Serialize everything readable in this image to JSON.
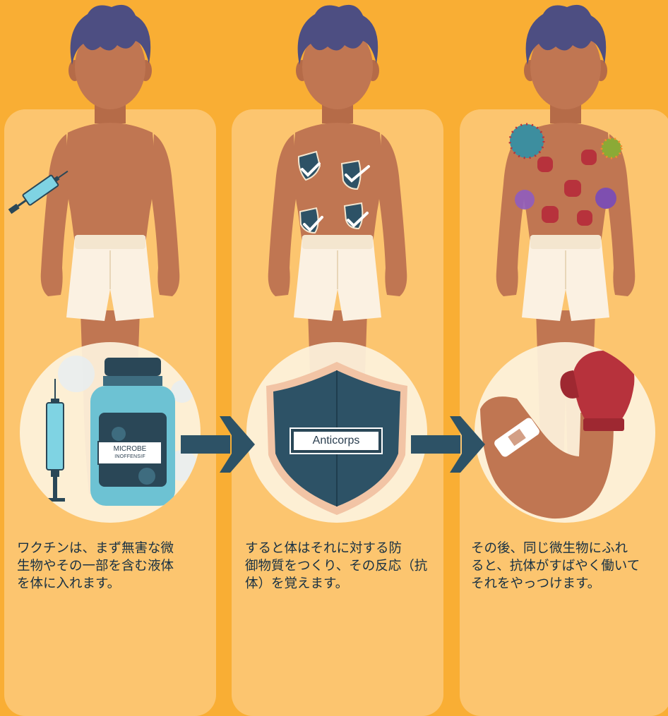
{
  "colors": {
    "background": "#F9AE34",
    "panel": "#FCC56F",
    "skin": "#C07652",
    "hair": "#4D4E82",
    "shorts": "#FBF1E2",
    "navy": "#2D5266",
    "glove": "#B7323C"
  },
  "steps": [
    {
      "caption": "ワクチンは、まず無害な微\n生物やその一部を含む液体\nを体に入れます。",
      "vial_label_line1": "MICROBE",
      "vial_label_line2": "INOFFENSIF",
      "icons": [
        "syringe-icon",
        "vaccine-vial-icon",
        "virus-icon"
      ]
    },
    {
      "caption": "すると体はそれに対する防\n御物質をつくり、その反応（抗\n体）を覚えます。",
      "shield_label": "Anticorps",
      "icons": [
        "shield-icon",
        "check-icon"
      ]
    },
    {
      "caption": "その後、同じ微生物にふれ\nると、抗体がすばやく働いて\nそれをやっつけます。",
      "icons": [
        "boxing-glove-icon",
        "virus-icon",
        "bandage-icon"
      ]
    }
  ]
}
